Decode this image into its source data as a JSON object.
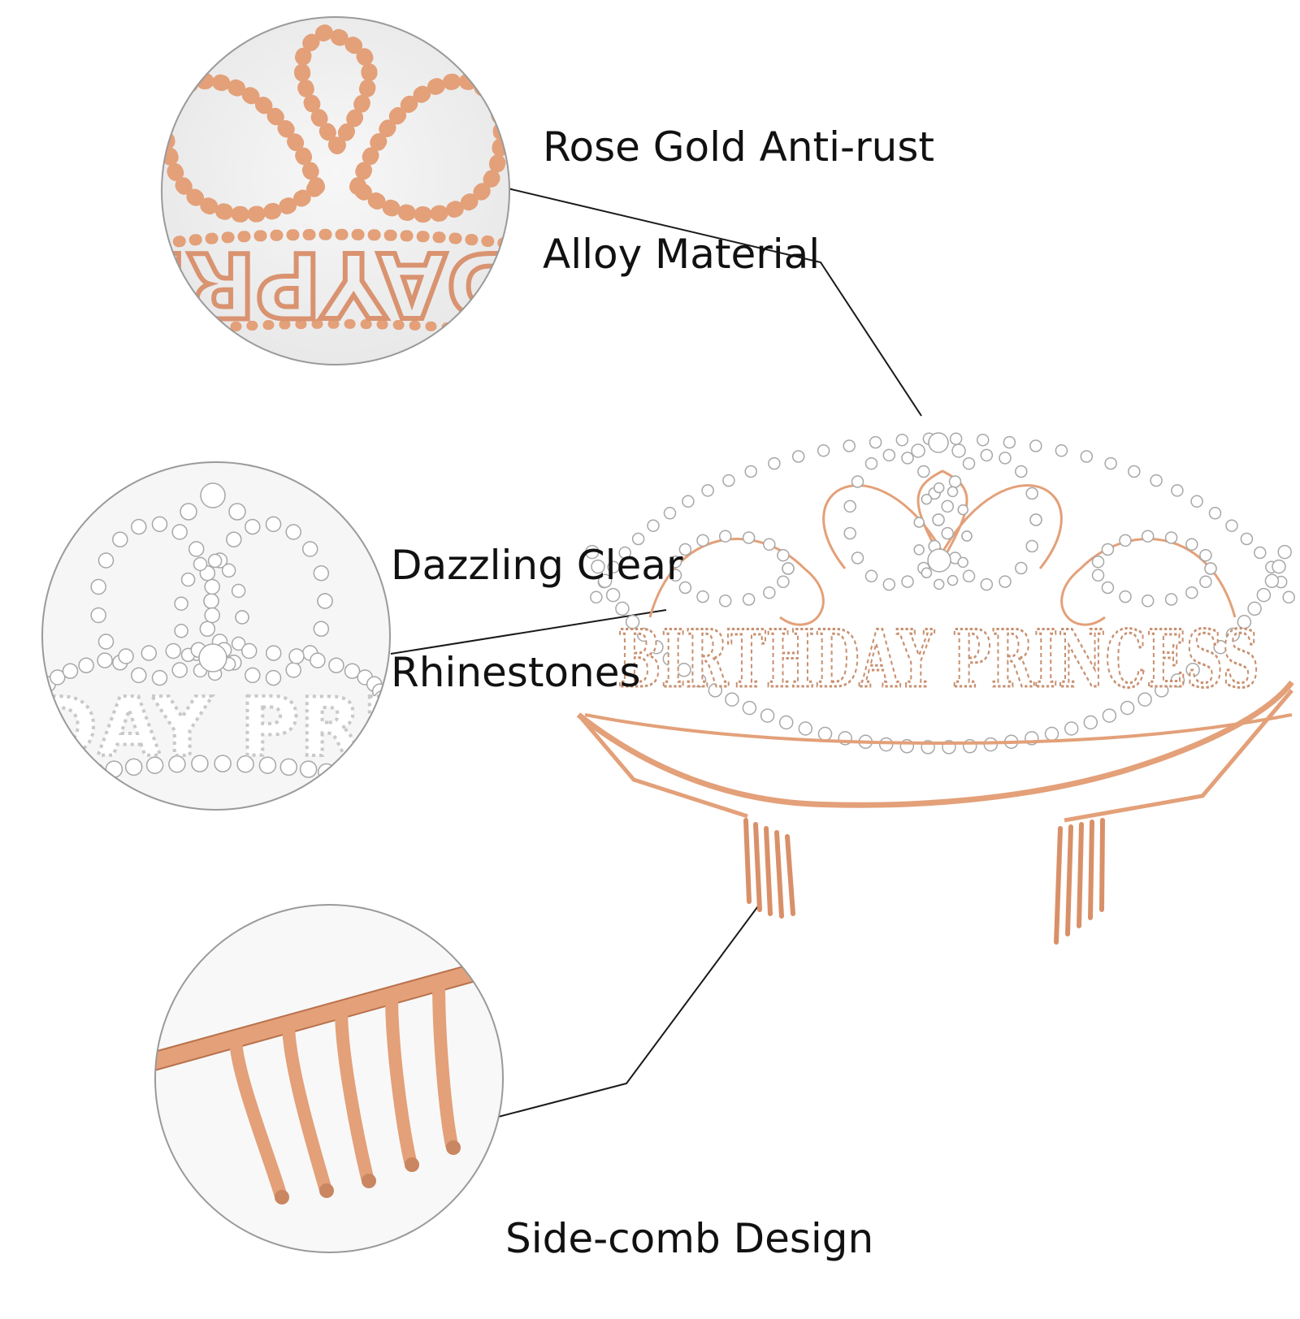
{
  "features": {
    "material": {
      "line1": "Rose Gold Anti-rust",
      "line2": "Alloy Material"
    },
    "rhinestones": {
      "line1": "Dazzling Clear",
      "line2": "Rhinestones"
    },
    "comb": {
      "line1": "Side-comb Design"
    }
  },
  "product": {
    "band_text": "BIRTHDAY PRINCESS"
  },
  "inset_text": {
    "material_closeup": "DAYPRI",
    "rhinestone_closeup": "DAY PRI"
  },
  "colors": {
    "rose_gold": "#e3a079",
    "rose_gold_dark": "#b9714c",
    "rose_gold_light": "#f5cdb2",
    "crystal": "#ffffff",
    "crystal_edge": "#a7a7a7",
    "leader_line": "#1a1a1a"
  },
  "icons": {
    "material_inset": "rose-gold-crown-closeup",
    "rhinestone_inset": "rhinestone-crown-closeup",
    "comb_inset": "side-comb-closeup",
    "product": "birthday-princess-tiara"
  }
}
